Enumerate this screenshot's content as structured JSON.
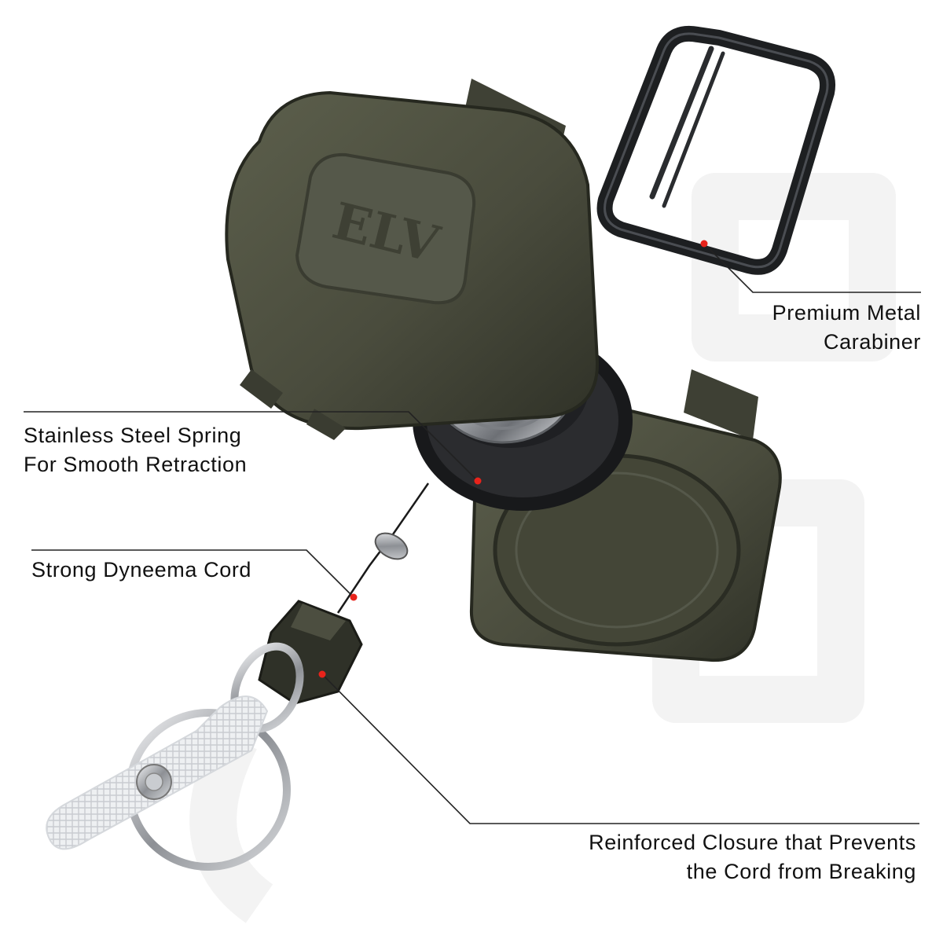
{
  "callouts": {
    "carabiner": {
      "line1": "Premium Metal",
      "line2": "Carabiner"
    },
    "spring": {
      "line1": "Stainless Steel Spring",
      "line2": "For Smooth Retraction"
    },
    "cord": {
      "line1": "Strong Dyneema Cord"
    },
    "closure": {
      "line1": "Reinforced Closure that Prevents",
      "line2": "the Cord from Breaking"
    }
  },
  "logo": {
    "text": "ELV"
  },
  "colors": {
    "background": "#ffffff",
    "housing": "#4b4d3e",
    "housing_dark": "#2f3127",
    "housing_light": "#5f6150",
    "metal_black": "#1d1f21",
    "steel": "#c9ccd0",
    "marker": "#e8231b",
    "leader_line": "#222222",
    "text": "#111111"
  }
}
